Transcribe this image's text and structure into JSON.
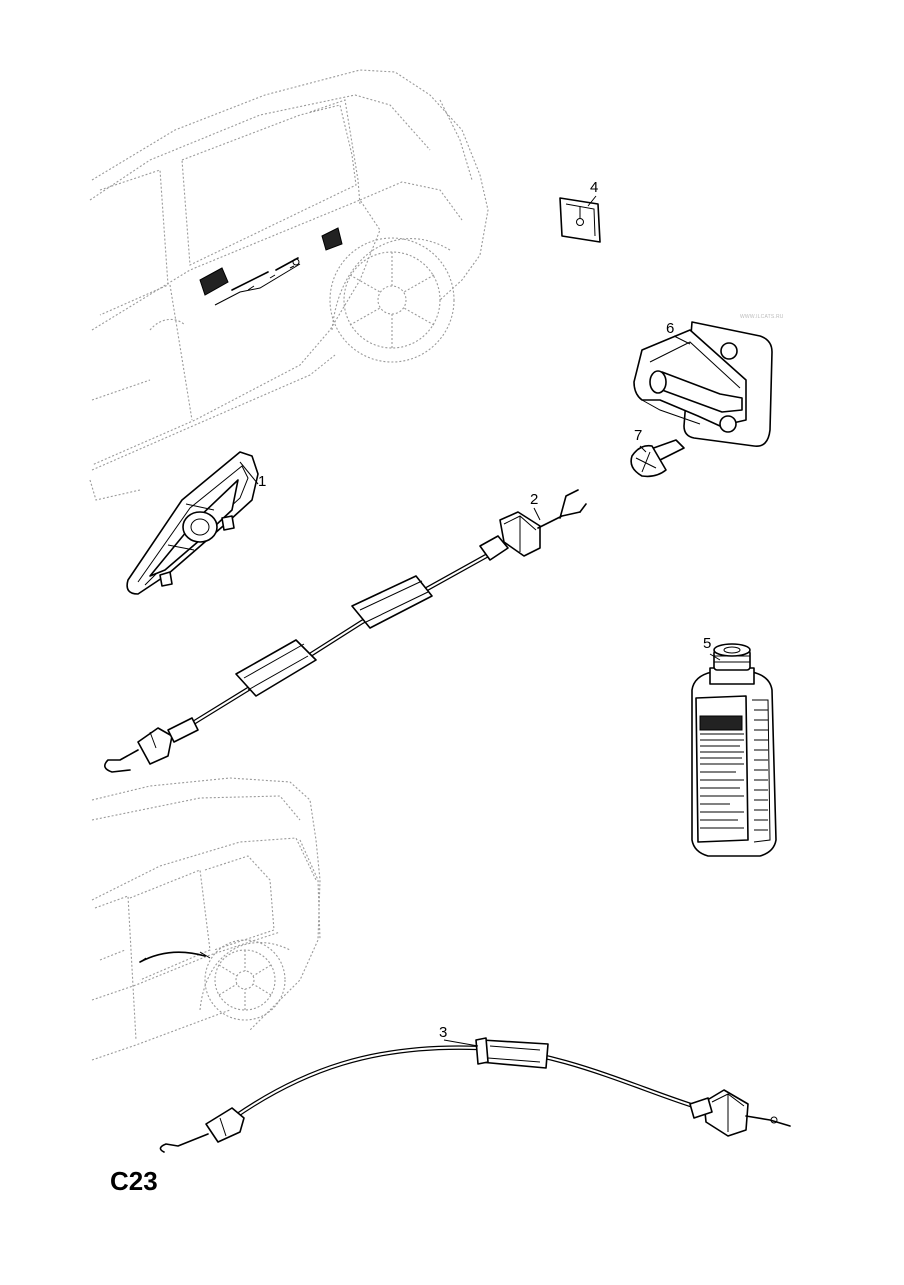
{
  "callouts": {
    "p1": "1",
    "p2": "2",
    "p3": "3",
    "p4": "4",
    "p5": "5",
    "p6": "6",
    "p7": "7"
  },
  "sheet_code": "C23",
  "watermark": "WWW.ILCATS.RU",
  "colors": {
    "line": "#000000",
    "phantom": "#9a9a9a",
    "background": "#ffffff"
  }
}
